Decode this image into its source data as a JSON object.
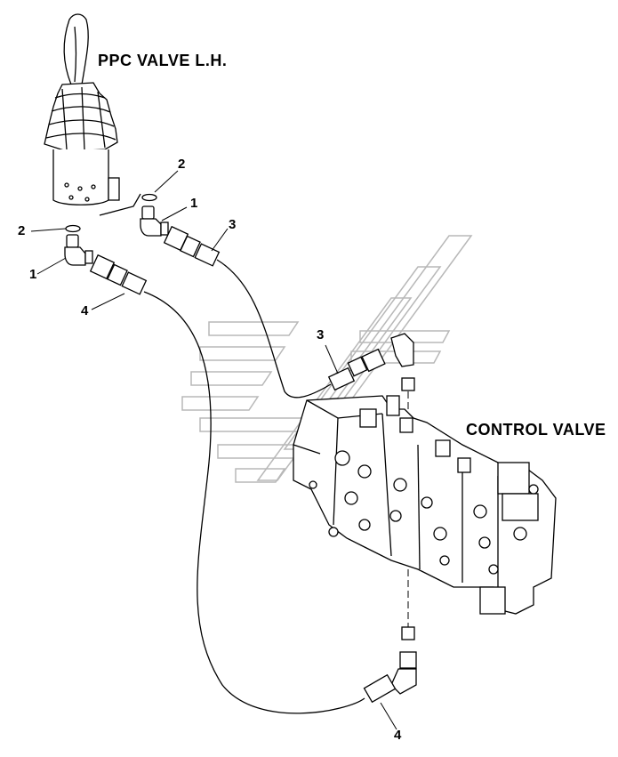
{
  "titles": {
    "ppc_valve": "PPC VALVE L.H.",
    "control_valve": "CONTROL VALVE"
  },
  "callouts": {
    "c2_top": "2",
    "c1_top": "1",
    "c3_top": "3",
    "c2_left": "2",
    "c1_left": "1",
    "c4_left": "4",
    "c3_mid": "3",
    "c4_bottom": "4"
  },
  "colors": {
    "ink": "#000000",
    "watermark": "#b8b8b8",
    "background": "#ffffff"
  }
}
